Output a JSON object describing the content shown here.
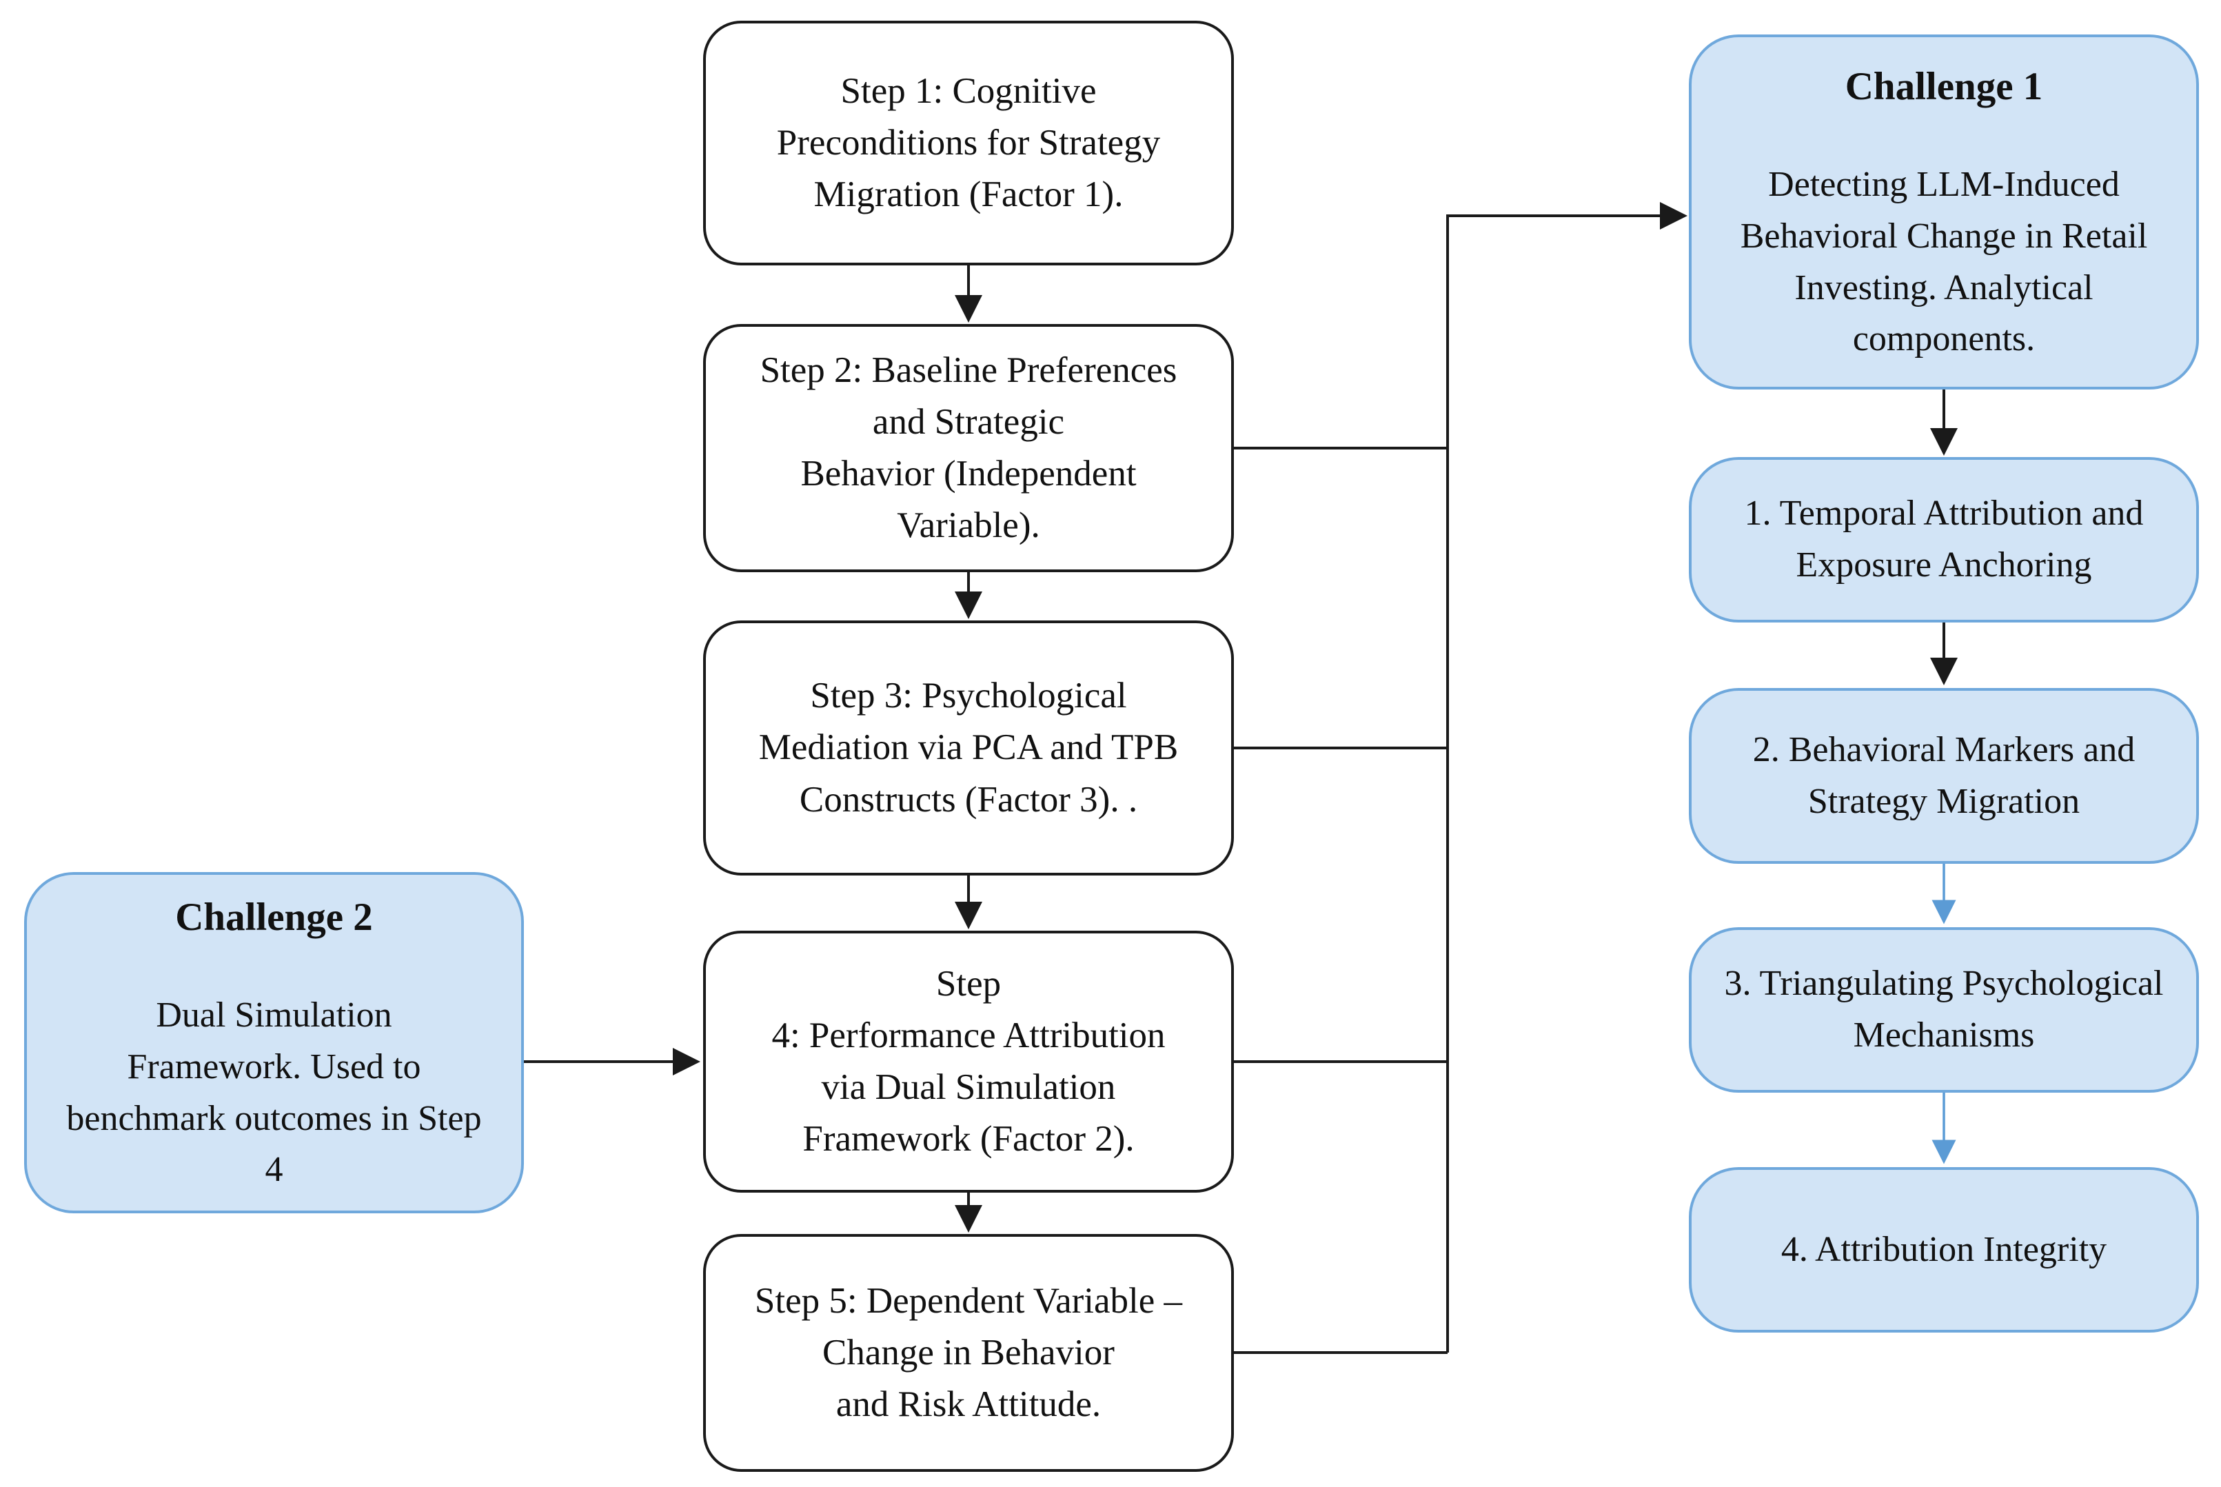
{
  "steps": [
    {
      "text": "Step 1: Cognitive\nPreconditions for Strategy\nMigration (Factor 1)."
    },
    {
      "text": "Step 2: Baseline Preferences\nand Strategic\nBehavior (Independent\nVariable)."
    },
    {
      "text": "Step 3: Psychological\nMediation via PCA and TPB\nConstructs (Factor 3). ."
    },
    {
      "text": "Step\n4: Performance Attribution\nvia Dual Simulation\nFramework (Factor 2)."
    },
    {
      "text": "Step 5: Dependent Variable –\nChange in Behavior\nand Risk Attitude."
    }
  ],
  "challenge2": {
    "title": "Challenge 2",
    "body": "Dual Simulation\nFramework. Used to\nbenchmark outcomes in Step\n4"
  },
  "challenge1": {
    "title": "Challenge 1",
    "body": "Detecting LLM-Induced\nBehavioral Change in Retail\nInvesting. Analytical\ncomponents."
  },
  "analytical_components": [
    {
      "text": "1. Temporal Attribution and\nExposure Anchoring"
    },
    {
      "text": "2. Behavioral Markers and\nStrategy Migration"
    },
    {
      "text": "3. Triangulating Psychological\nMechanisms"
    },
    {
      "text": "4. Attribution Integrity"
    }
  ],
  "colors": {
    "background": "#ffffff",
    "step_box_fill": "#ffffff",
    "step_box_border": "#1a1a1a",
    "blue_box_fill": "#d2e4f6",
    "blue_box_border": "#6fa8dc",
    "arrow_black": "#1a1a1a",
    "arrow_blue": "#5b9bd5",
    "text": "#111111"
  }
}
